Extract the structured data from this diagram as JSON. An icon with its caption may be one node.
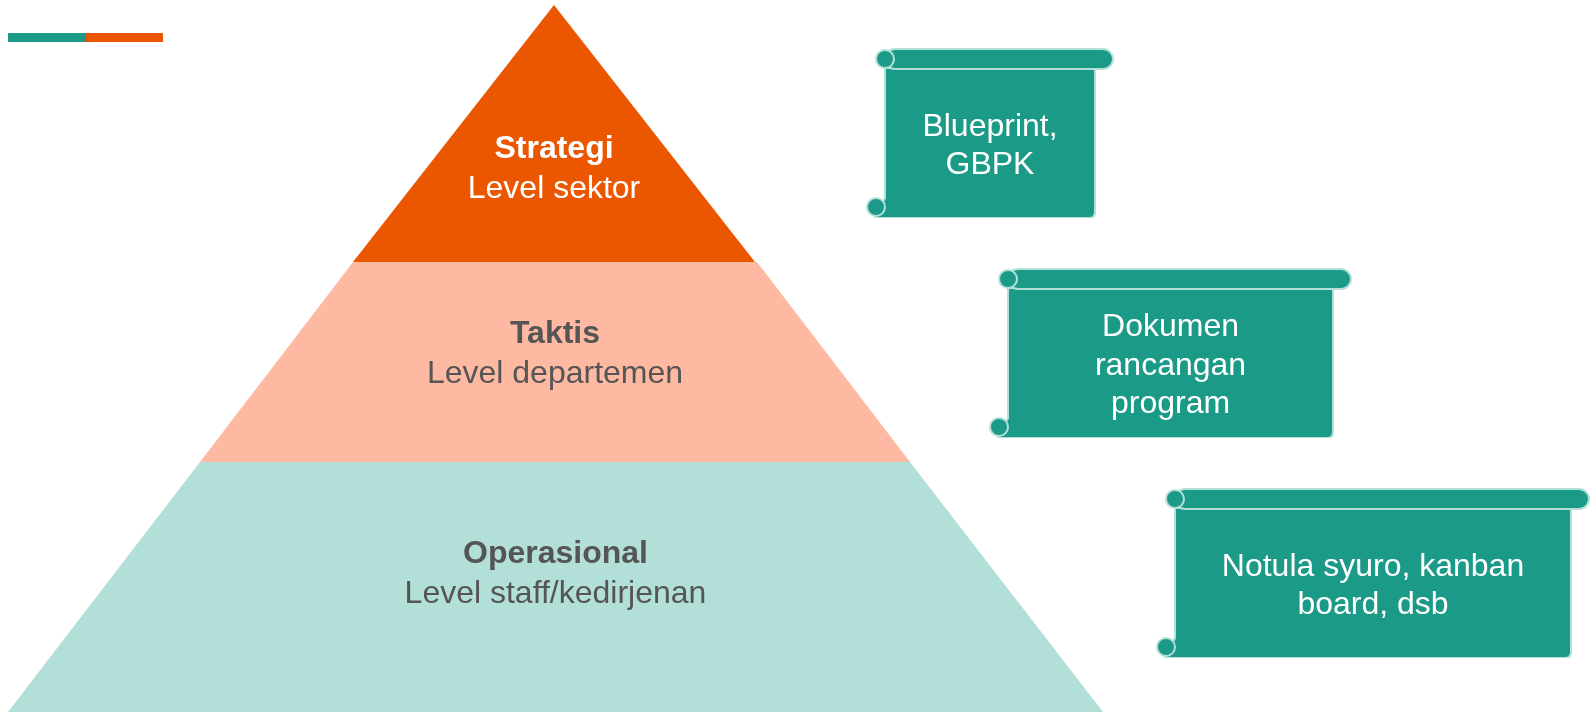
{
  "diagram": {
    "nodes": [
      {
        "text": [
          "Strategi",
          "Level sektor"
        ]
      },
      {
        "text": [
          "Taktis",
          "Level departemen"
        ]
      },
      {
        "text": [
          "Operasional",
          "Level staff/kedirjenan"
        ]
      },
      {
        "text": [
          "Blueprint, GBPK"
        ]
      },
      {
        "text": [
          "Dokumen rancangan program"
        ]
      },
      {
        "text": [
          "Notula syuro, kanban board, dsb"
        ]
      }
    ]
  }
}
